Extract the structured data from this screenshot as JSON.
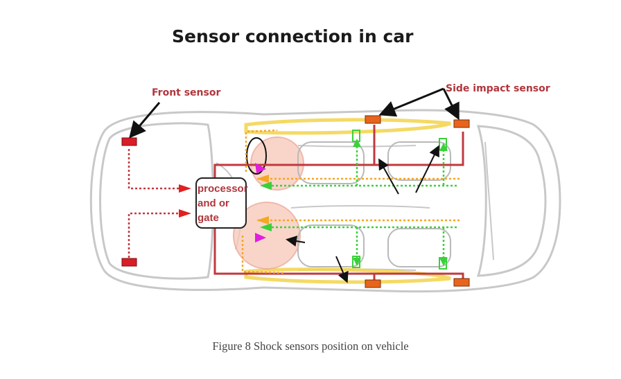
{
  "title": "Sensor connection in car",
  "labels": {
    "front_sensor": "Front sensor",
    "side_impact_sensor": "Side impact sensor",
    "processor_line1": "processor",
    "processor_line2": "and or",
    "processor_line3": "gate"
  },
  "caption": "Figure 8 Shock sensors position on vehicle",
  "colors": {
    "sensor_red": "#d81e28",
    "sensor_orange": "#e8641c",
    "wiring": "#c0393f",
    "label_text": "#b0363c",
    "airbag_yellow": "#f2d44a",
    "signal_green": "#39d13a",
    "signal_orange": "#f5a623",
    "signal_magenta": "#e01ee0",
    "airbag_pink": "#f7c8b8"
  }
}
